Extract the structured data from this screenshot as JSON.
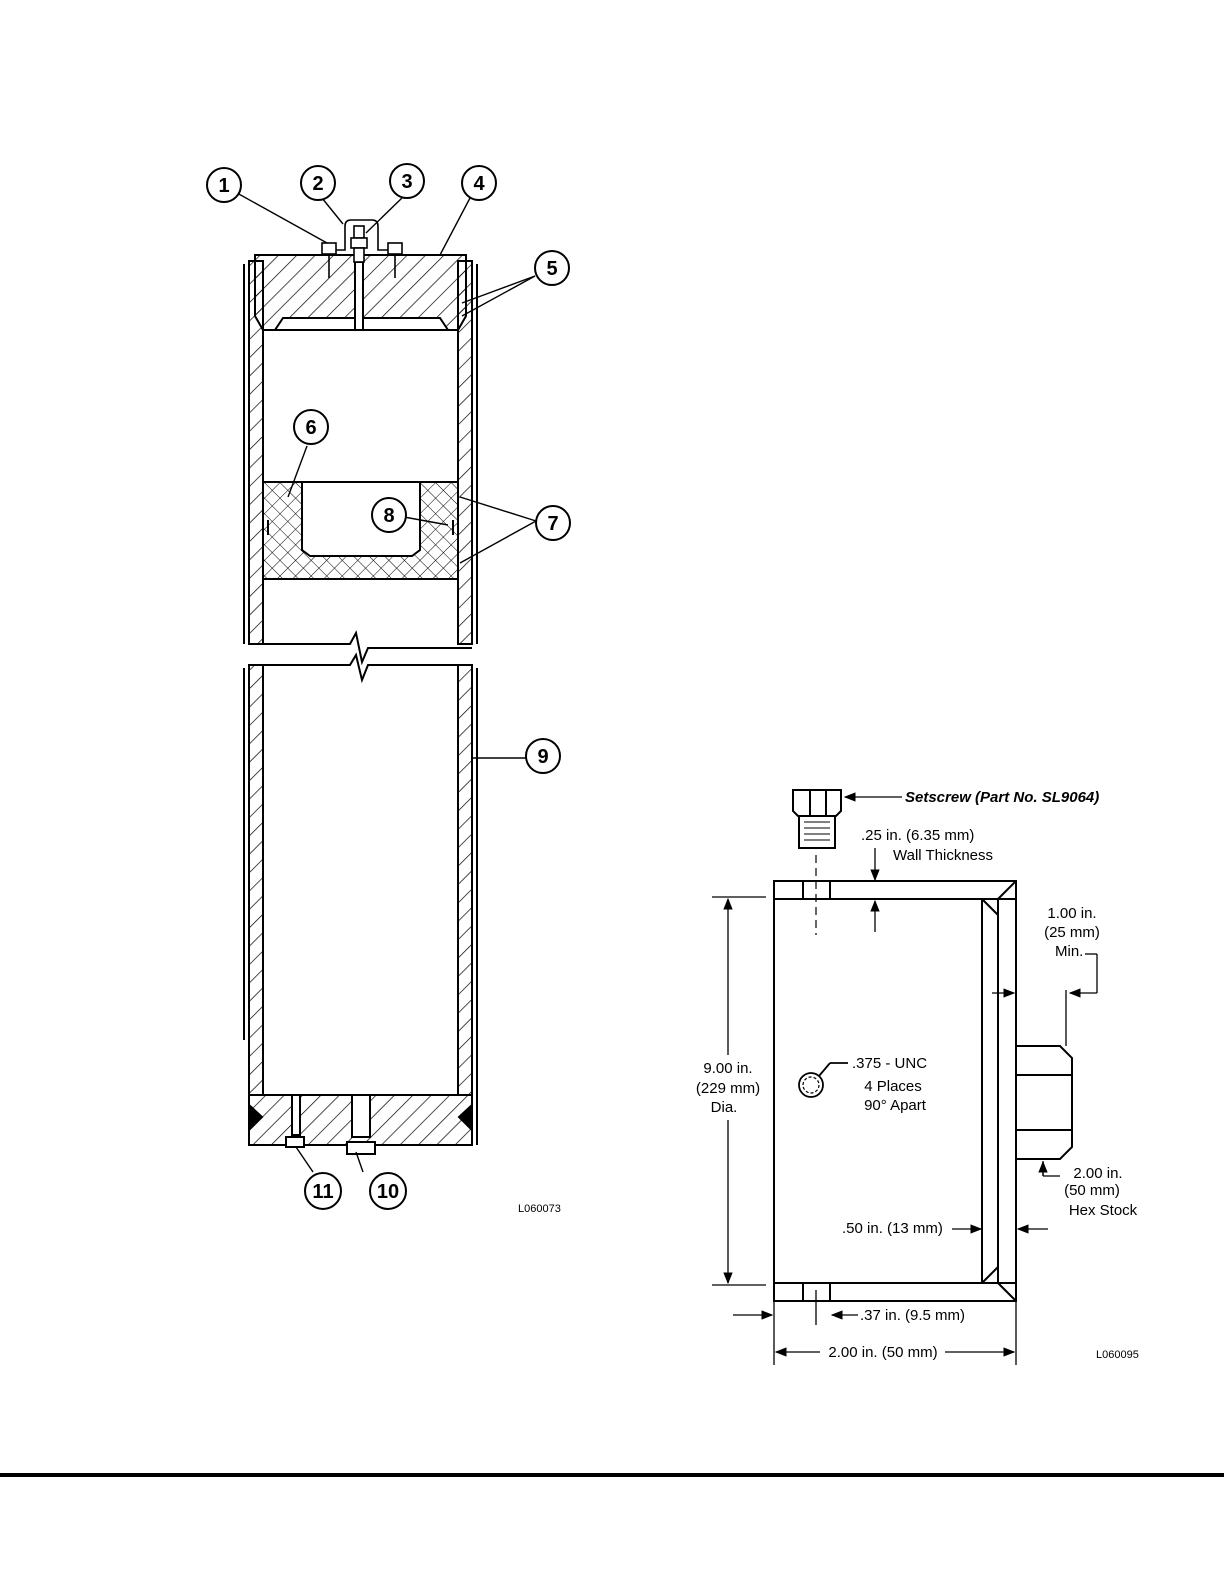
{
  "left_figure": {
    "figure_id": "L060073",
    "callouts": [
      "1",
      "2",
      "3",
      "4",
      "5",
      "6",
      "7",
      "8",
      "9",
      "10",
      "11"
    ]
  },
  "right_figure": {
    "figure_id": "L060095",
    "labels": {
      "setscrew": "Setscrew (Part No. SL9064)",
      "wall_1": ".25 in. (6.35 mm)",
      "wall_2": "Wall Thickness",
      "min_1": "1.00 in.",
      "min_2": "(25 mm)",
      "min_3": "Min.",
      "dia_1": "9.00 in.",
      "dia_2": "(229 mm)",
      "dia_3": "Dia.",
      "unc_1": ".375 - UNC",
      "unc_2": "4 Places",
      "unc_3": "90°  Apart",
      "hex_1": "2.00 in.",
      "hex_2": "(50 mm)",
      "hex_3": "Hex Stock",
      "half": ".50 in. (13 mm)",
      "hole": ".37 in. (9.5 mm)",
      "width": "2.00 in. (50 mm)"
    }
  }
}
